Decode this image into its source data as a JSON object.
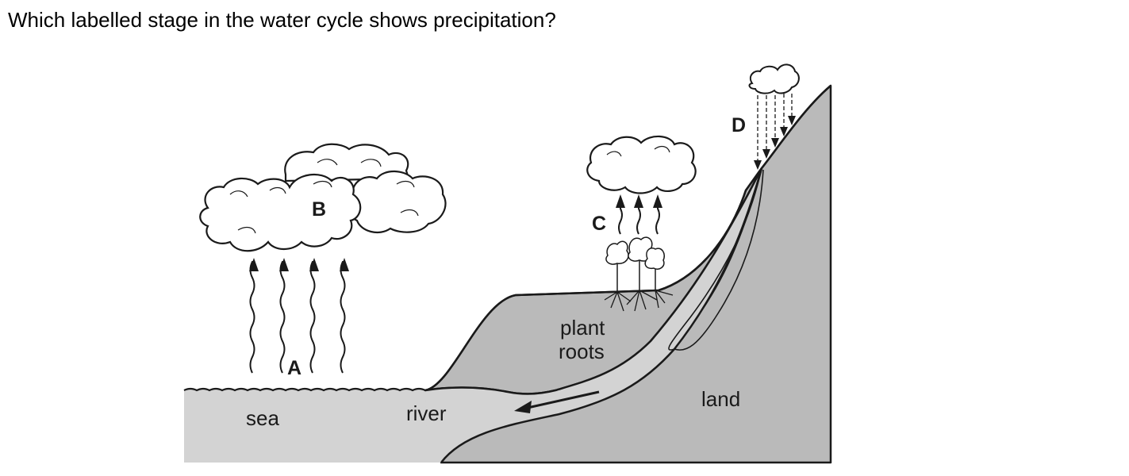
{
  "question": "Which labelled stage in the water cycle shows precipitation?",
  "labels": {
    "a": "A",
    "b": "B",
    "c": "C",
    "d": "D",
    "sea": "sea",
    "river": "river",
    "plant_line1": "plant",
    "plant_line2": "roots",
    "land": "land"
  },
  "colors": {
    "sea": "#d3d3d3",
    "land": "#bababa",
    "ink": "#1a1a1a"
  }
}
